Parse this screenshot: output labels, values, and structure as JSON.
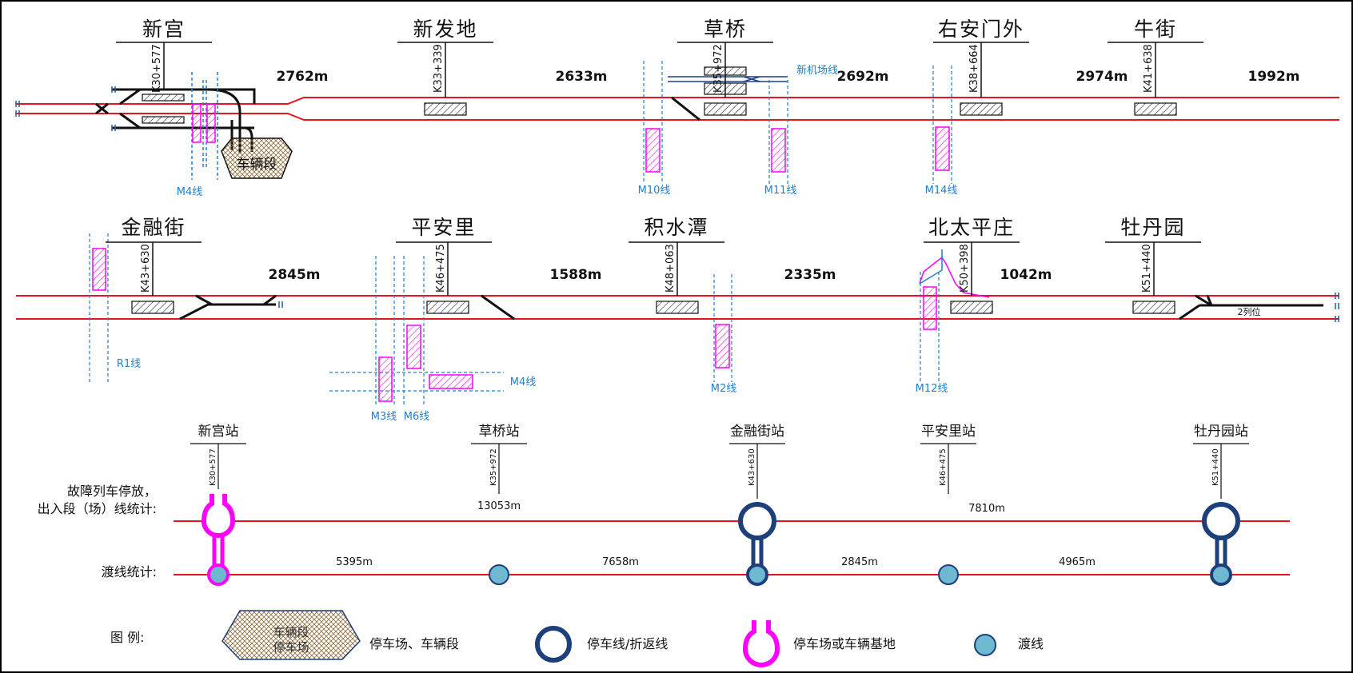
{
  "top_stations": [
    {
      "name": "新宫",
      "km": "K30+577"
    },
    {
      "name": "新发地",
      "km": "K33+339"
    },
    {
      "name": "草桥",
      "km": "K35+972"
    },
    {
      "name": "右安门外",
      "km": "K38+664"
    },
    {
      "name": "牛街",
      "km": "K41+638"
    }
  ],
  "top_distances": [
    "2762m",
    "2633m",
    "2692m",
    "2974m",
    "1992m"
  ],
  "top_lines": [
    "M4线",
    "M10线",
    "M11线",
    "M14线",
    "新机场线"
  ],
  "depot_label": "车辆段",
  "mid_stations": [
    {
      "name": "金融街",
      "km": "K43+630"
    },
    {
      "name": "平安里",
      "km": "K46+475"
    },
    {
      "name": "积水潭",
      "km": "K48+063"
    },
    {
      "name": "北太平庄",
      "km": "K50+398"
    },
    {
      "name": "牡丹园",
      "km": "K51+440"
    }
  ],
  "mid_distances": [
    "2845m",
    "1588m",
    "2335m",
    "1042m"
  ],
  "mid_lines": [
    "R1线",
    "M4线",
    "M3线",
    "M6线",
    "M2线",
    "M12线"
  ],
  "platform_note": "2列位",
  "summary": {
    "stations": [
      {
        "name": "新宫站",
        "km": "K30+577"
      },
      {
        "name": "草桥站",
        "km": "K35+972"
      },
      {
        "name": "金融街站",
        "km": "K43+630"
      },
      {
        "name": "平安里站",
        "km": "K46+475"
      },
      {
        "name": "牡丹园站",
        "km": "K51+440"
      }
    ],
    "row1_label_line1": "故障列车停放，",
    "row1_label_line2": "出入段（场）线统计:",
    "row2_label": "渡线统计:",
    "row1_distances": [
      "13053m",
      "7810m"
    ],
    "row2_distances": [
      "5395m",
      "7658m",
      "2845m",
      "4965m"
    ]
  },
  "legend": {
    "title": "图  例:",
    "depot_icon_line1": "车辆段",
    "depot_icon_line2": "停车场",
    "items": [
      "停车场、车辆段",
      "停车线/折返线",
      "停车场或车辆基地",
      "渡线"
    ]
  },
  "colors": {
    "track": "#e8141c",
    "transfer": "#1f7fd0",
    "magenta": "#ff00ff",
    "navy": "#1d3f7a",
    "crossover": "#6fb8d2"
  }
}
